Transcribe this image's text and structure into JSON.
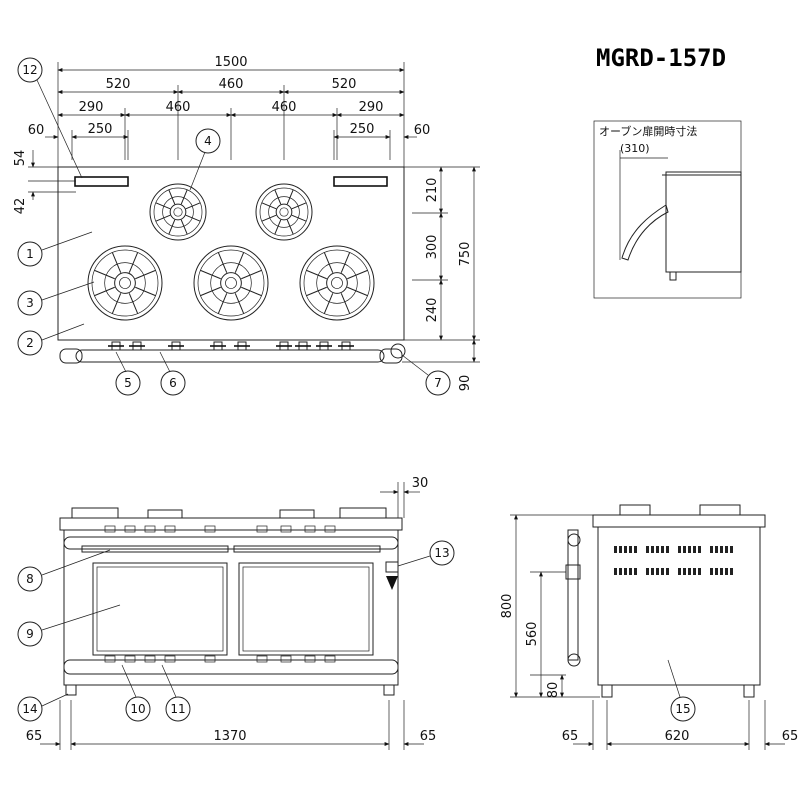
{
  "model": "MGRD-157D",
  "oven_note": {
    "title": "オーブン扉開時寸法",
    "value": "(310)"
  },
  "top_view": {
    "overall_width": "1500",
    "segments_top": [
      "520",
      "460",
      "520"
    ],
    "segments_mid": [
      "290",
      "460",
      "460",
      "290"
    ],
    "edge_left": "60",
    "offset_left": "250",
    "offset_right": "250",
    "edge_right": "60",
    "left_small": [
      "54",
      "42"
    ],
    "right_depths": [
      "210",
      "300",
      "240"
    ],
    "overall_depth": "750",
    "bottom_extra": "90"
  },
  "front_view": {
    "top_right_gap": "30",
    "bottom_left": "65",
    "bottom_center": "1370",
    "bottom_right": "65"
  },
  "side_view": {
    "overall_height": "800",
    "mid_height": "560",
    "low_height": "80",
    "bottom_left": "65",
    "bottom_center": "620",
    "bottom_right": "65"
  },
  "callouts": [
    "1",
    "2",
    "3",
    "4",
    "5",
    "6",
    "7",
    "8",
    "9",
    "10",
    "11",
    "12",
    "13",
    "14",
    "15"
  ]
}
